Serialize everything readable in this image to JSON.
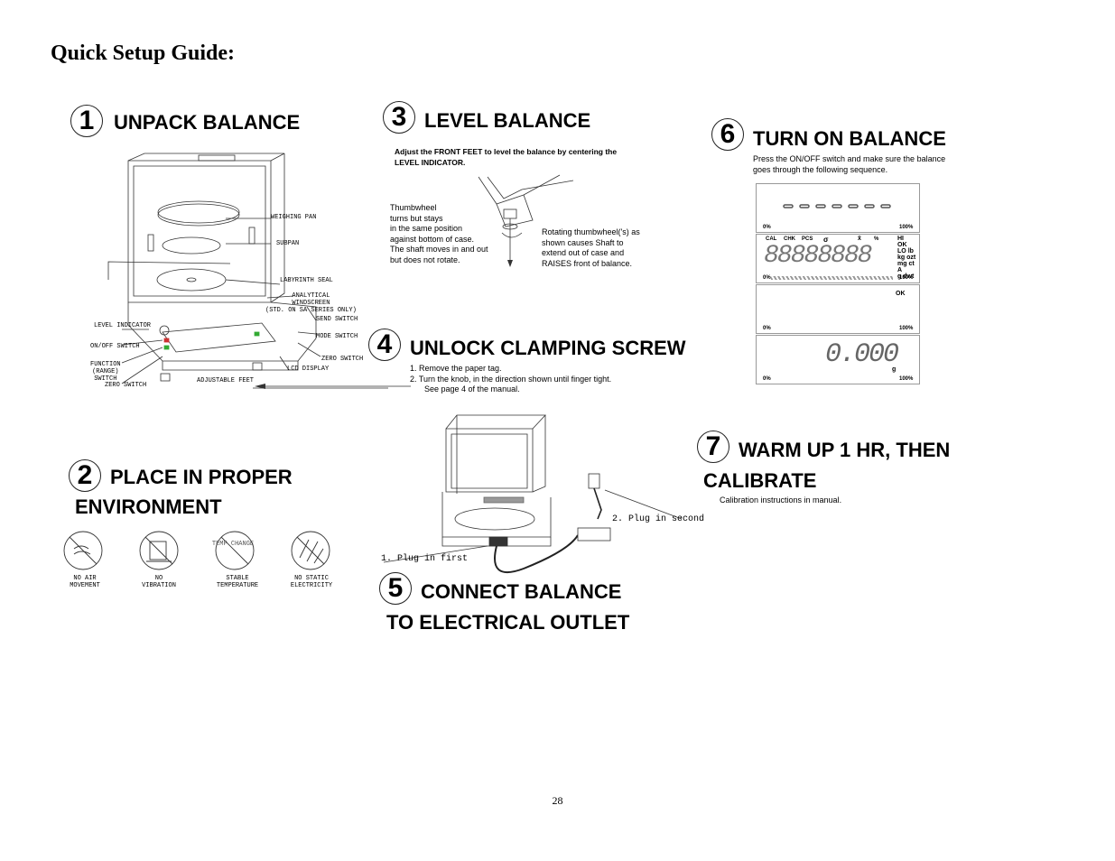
{
  "page": {
    "title": "Quick Setup Guide:",
    "page_number": "28"
  },
  "step1": {
    "number": "1",
    "heading": "UNPACK BALANCE",
    "labels": {
      "weighing_pan": "WEIGHING PAN",
      "subpan": "SUBPAN",
      "labyrinth_seal": "LABYRINTH SEAL",
      "windscreen_l1": "ANALYTICAL",
      "windscreen_l2": "WINDSCREEN",
      "windscreen_l3": "(STD. ON SA SERIES ONLY)",
      "send_switch": "SEND SWITCH",
      "mode_switch": "MODE SWITCH",
      "zero_switch_r": "ZERO SWITCH",
      "lcd_display": "LCD DISPLAY",
      "level_indicator": "LEVEL INDICATOR",
      "onoff_switch": "ON/OFF SWITCH",
      "function_switch_l1": "FUNCTION",
      "function_switch_l2": "(RANGE)",
      "function_switch_l3": "SWITCH",
      "zero_switch_l": "ZERO SWITCH",
      "adjustable_feet": "ADJUSTABLE FEET"
    }
  },
  "step2": {
    "number": "2",
    "heading_l1": "PLACE IN PROPER",
    "heading_l2": "ENVIRONMENT",
    "icons": [
      {
        "line1": "NO AIR",
        "line2": "MOVEMENT"
      },
      {
        "line1": "NO",
        "line2": "VIBRATION"
      },
      {
        "line1": "STABLE",
        "line2": "TEMPERATURE",
        "inner": "TEMP CHANGE"
      },
      {
        "line1": "NO STATIC",
        "line2": "ELECTRICITY"
      }
    ]
  },
  "step3": {
    "number": "3",
    "heading": "LEVEL BALANCE",
    "instr_l1": "Adjust the FRONT FEET to level the balance by centering the",
    "instr_l2": "LEVEL INDICATOR.",
    "left_text": [
      "Thumbwheel",
      "turns but stays",
      "in the same position",
      "against bottom of case.",
      "The shaft moves in and out",
      "but does not rotate."
    ],
    "right_text": [
      "Rotating thumbwheel('s) as",
      "shown causes Shaft to",
      "extend out of case and",
      "RAISES front of balance."
    ]
  },
  "step4": {
    "number": "4",
    "heading": "UNLOCK CLAMPING SCREW",
    "line1": "1. Remove the paper tag.",
    "line2": "2. Turn the knob, in the direction shown until finger tight.",
    "line3": "See page 4 of the manual."
  },
  "step5": {
    "number": "5",
    "heading_l1": "CONNECT BALANCE",
    "heading_l2": "TO ELECTRICAL OUTLET",
    "plug_first": "1. Plug in first",
    "plug_second": "2. Plug in second"
  },
  "step6": {
    "number": "6",
    "heading": "TURN ON BALANCE",
    "desc_l1": "Press the ON/OFF switch and make sure the balance",
    "desc_l2": "goes through the following sequence.",
    "lcd": {
      "pct0": "0%",
      "pct100": "100%",
      "cal": "CAL",
      "chk": "CHK",
      "pcs": "PCS",
      "sigma": "σ",
      "xbar": "x̄",
      "pct": "%",
      "hi": "HI",
      "ok": "OK",
      "lo": "LO",
      "lb": "lb",
      "kg": "kg",
      "ozt": "ozt",
      "mg": "mg",
      "ct": "ct",
      "a": "A",
      "g": "g",
      "dwt": "dwt",
      "eights": "88888888",
      "ok_msg": "OK",
      "zero_reading": "0.000",
      "unit_g": "g"
    }
  },
  "step7": {
    "number": "7",
    "heading_l1": "WARM UP 1 HR, THEN",
    "heading_l2": "CALIBRATE",
    "desc": "Calibration instructions in manual."
  }
}
